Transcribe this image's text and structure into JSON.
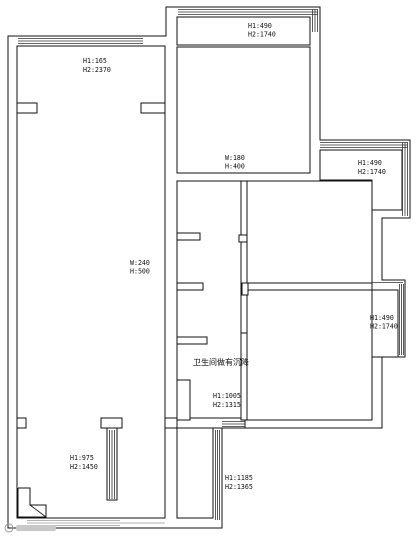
{
  "labels": [
    {
      "line1": "H1:490",
      "line2": "H2:1740"
    },
    {
      "line1": "H1:165",
      "line2": "H2:2370"
    },
    {
      "line1": "W:180",
      "line2": "H:400"
    },
    {
      "line1": "H1:490",
      "line2": "H2:1740"
    },
    {
      "line1": "W:240",
      "line2": "H:500"
    },
    {
      "line1": "H1:490",
      "line2": "H2:1740"
    },
    {
      "line1": "H1:1005",
      "line2": "H2:1315"
    },
    {
      "line1": "H1:975",
      "line2": "H2:1450"
    },
    {
      "line1": "H1:1185",
      "line2": "H2:1365"
    }
  ],
  "note": "卫生间做有沉降"
}
